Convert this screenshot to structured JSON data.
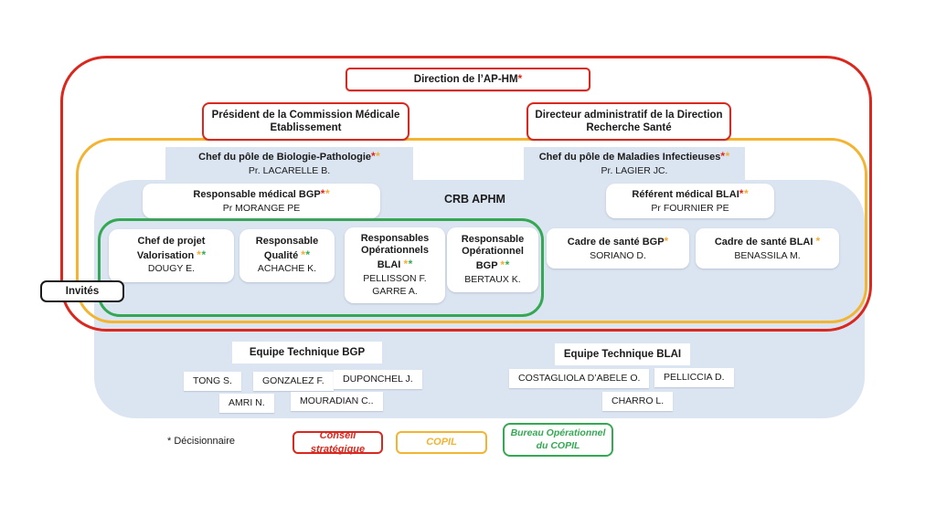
{
  "palette": {
    "red": "#da281e",
    "yellow": "#f2b431",
    "green": "#35a853",
    "light_blue": "#dbe5f1",
    "star_red": "#e1251b",
    "star_yellow": "#f3ae35",
    "star_green": "#33ad55"
  },
  "nodes": {
    "direction": {
      "title": "Direction de l’AP-HM",
      "stars": [
        "star_red"
      ]
    },
    "president_cme": {
      "title": "Président de la Commission Médicale Etablissement",
      "stars": []
    },
    "directeur_admin": {
      "title": "Directeur administratif de la Direction Recherche Santé",
      "stars": []
    },
    "chef_pole_bgp": {
      "title": "Chef du pôle de Biologie-Pathologie",
      "stars": [
        "star_red",
        "star_yellow"
      ],
      "name": "Pr. LACARELLE B."
    },
    "chef_pole_blai": {
      "title": "Chef du pôle de Maladies Infectieuses",
      "stars": [
        "star_red",
        "star_yellow"
      ],
      "name": "Pr. LAGIER JC."
    },
    "resp_medical_bgp": {
      "title": "Responsable médical BGP",
      "stars": [
        "star_red",
        "star_yellow"
      ],
      "name": "Pr  MORANGE PE"
    },
    "crb_aphm": {
      "title": "CRB APHM"
    },
    "referent_medical_blai": {
      "title": "Référent médical BLAI",
      "stars": [
        "star_red",
        "star_yellow"
      ],
      "name": "Pr  FOURNIER PE"
    },
    "chef_projet_valorisation": {
      "title": "Chef de projet Valorisation ",
      "stars": [
        "star_yellow",
        "star_green"
      ],
      "name": "DOUGY E."
    },
    "resp_qualite": {
      "title": "Responsable Qualité ",
      "stars": [
        "star_yellow",
        "star_green"
      ],
      "name": "ACHACHE K."
    },
    "resp_op_blai": {
      "title": "Responsables Opérationnels BLAI ",
      "stars": [
        "star_yellow",
        "star_green"
      ],
      "name": "PELLISSON F.\nGARRE A."
    },
    "resp_op_bgp": {
      "title": "Responsable Opérationnel BGP ",
      "stars": [
        "star_yellow",
        "star_green"
      ],
      "name": "BERTAUX K."
    },
    "cadre_sante_bgp": {
      "title": "Cadre de santé BGP",
      "stars": [
        "star_yellow"
      ],
      "name": "SORIANO D."
    },
    "cadre_sante_blai": {
      "title": "Cadre de santé BLAI ",
      "stars": [
        "star_yellow"
      ],
      "name": "BENASSILA M."
    }
  },
  "invites_label": "Invités",
  "teams": {
    "bgp": {
      "title": "Equipe Technique BGP",
      "members": [
        "TONG S.",
        "GONZALEZ F.",
        "DUPONCHEL J.",
        "AMRI N.",
        "MOURADIAN C.."
      ]
    },
    "blai": {
      "title": "Equipe Technique BLAI",
      "members": [
        "COSTAGLIOLA D’ABELE O.",
        "PELLICCIA D.",
        "CHARRO L."
      ]
    }
  },
  "legend": {
    "decisionnaire": "* Décisionnaire",
    "items": [
      {
        "label": "Conseil stratégique",
        "color": "red"
      },
      {
        "label": "COPIL",
        "color": "yellow"
      },
      {
        "label": "Bureau Opérationnel du COPIL",
        "color": "green"
      }
    ]
  }
}
